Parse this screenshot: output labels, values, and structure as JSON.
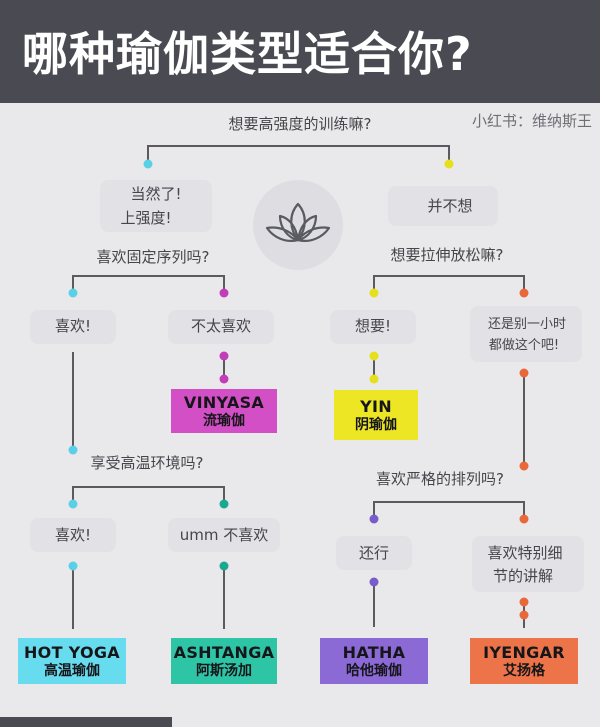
{
  "header": {
    "title": "哪种瑜伽类型适合你?"
  },
  "watermark": "小红书：维纳斯王",
  "questions": {
    "q1": "想要高强度的训练嘛?",
    "q2": "喜欢固定序列吗?",
    "q3": "想要拉伸放松嘛?",
    "q4": "享受高温环境吗?",
    "q5": "喜欢严格的排列吗?"
  },
  "answers": {
    "q1_yes_line1": "当然了!",
    "q1_yes_line2": "上强度!",
    "q1_no": "并不想",
    "q2_yes": "喜欢!",
    "q2_no": "不太喜欢",
    "q3_yes": "想要!",
    "q3_no_line1": "还是别一小时",
    "q3_no_line2": "都做这个吧!",
    "q4_yes": "喜欢!",
    "q4_no": "umm 不喜欢",
    "q5_yes": "还行",
    "q5_no_line1": "喜欢特别细",
    "q5_no_line2": "节的讲解"
  },
  "results": {
    "vinyasa": {
      "en": "VINYASA",
      "cn": "流瑜伽"
    },
    "yin": {
      "en": "YIN",
      "cn": "阴瑜伽"
    },
    "hot_yoga": {
      "en": "HOT YOGA",
      "cn": "高温瑜伽"
    },
    "ashtanga": {
      "en": "ASHTANGA",
      "cn": "阿斯汤加"
    },
    "hatha": {
      "en": "HATHA",
      "cn": "哈他瑜伽"
    },
    "iyengar": {
      "en": "IYENGAR",
      "cn": "艾扬格"
    }
  },
  "colors": {
    "header_bg": "#4a4a52",
    "background": "#e9e9ec",
    "line": "#5a5a60",
    "cyan": "#5ad0e6",
    "yellow": "#e6e01a",
    "magenta": "#c33db6",
    "teal": "#1aa890",
    "purple": "#7a5cc8",
    "orange": "#e8683a",
    "vinyasa_box": "#d24fc6",
    "yin_box": "#ece624",
    "hot_yoga_box": "#67dcee",
    "ashtanga_box": "#2ec4a6",
    "hatha_box": "#8b6ad6",
    "iyengar_box": "#ec7448"
  },
  "icon": "lotus-icon"
}
